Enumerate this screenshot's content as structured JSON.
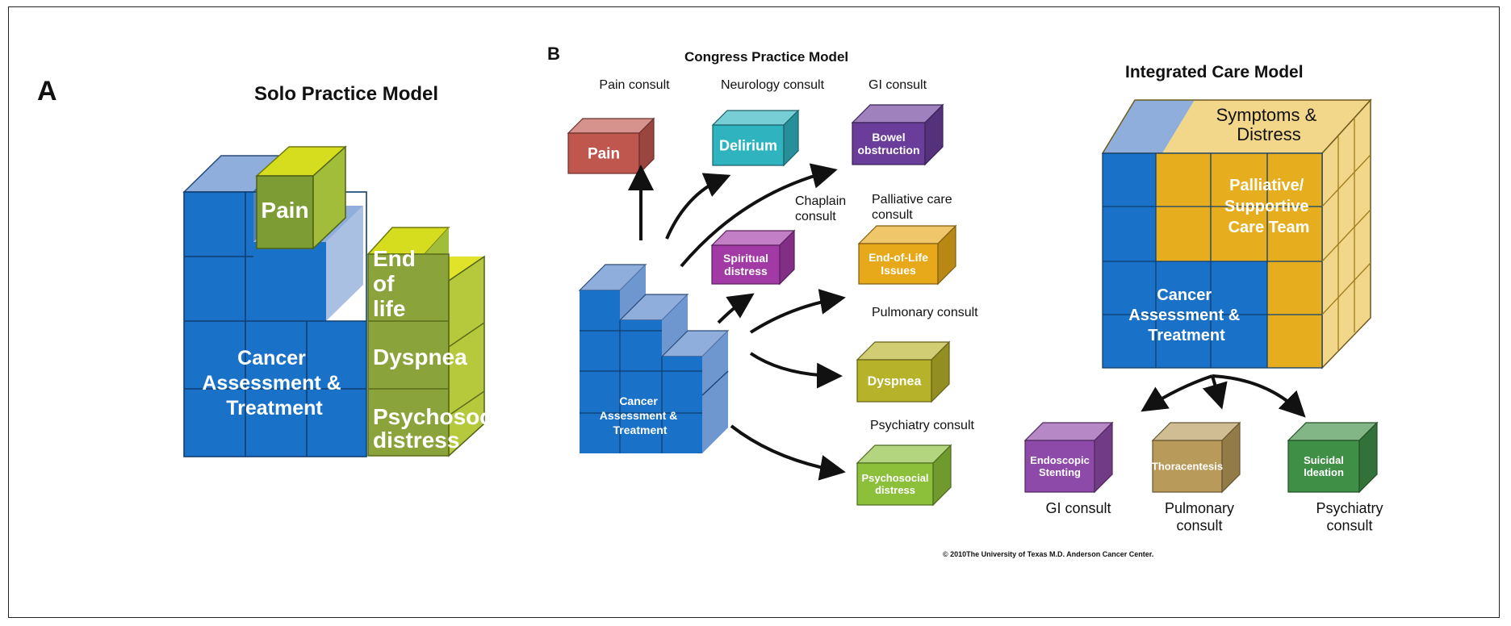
{
  "panel_a": {
    "letter": "A",
    "title": "Solo Practice Model",
    "blocks": {
      "pain": "Pain",
      "end_of_life": [
        "End",
        "of",
        "life"
      ],
      "dyspnea": "Dyspnea",
      "psychosocial": [
        "Psychosocial",
        "distress"
      ],
      "cancer": [
        "Cancer",
        "Assessment &",
        "Treatment"
      ]
    }
  },
  "panel_b": {
    "letter": "B",
    "title": "Congress Practice Model",
    "cancer": [
      "Cancer",
      "Assessment &",
      "Treatment"
    ],
    "consults": [
      {
        "consult": "Pain consult",
        "label": [
          "Pain"
        ],
        "color": "#c0574f"
      },
      {
        "consult": "Neurology consult",
        "label": [
          "Delirium"
        ],
        "color": "#2fb3bf"
      },
      {
        "consult": "GI consult",
        "label": [
          "Bowel",
          "obstruction"
        ],
        "color": "#6a3d9a"
      },
      {
        "consult": "Chaplain consult",
        "label": [
          "Spiritual",
          "distress"
        ],
        "color": "#a23aa6"
      },
      {
        "consult": "Palliative care consult",
        "label": [
          "End-of-Life",
          "Issues"
        ],
        "color": "#e7a919"
      },
      {
        "consult": "Pulmonary consult",
        "label": [
          "Dyspnea"
        ],
        "color": "#b6b22a"
      },
      {
        "consult": "Psychiatry consult",
        "label": [
          "Psychosocial",
          "distress"
        ],
        "color": "#8cbf3a"
      }
    ]
  },
  "panel_c": {
    "title": "Integrated Care Model",
    "top_face": [
      "Symptoms &",
      "Distress"
    ],
    "team": [
      "Palliative/",
      "Supportive",
      "Care Team"
    ],
    "cancer": [
      "Cancer",
      "Assessment &",
      "Treatment"
    ],
    "consults": [
      {
        "label": [
          "Endoscopic",
          "Stenting"
        ],
        "consult": [
          "GI consult"
        ],
        "color": "#8e4aa8"
      },
      {
        "label": [
          "Thoracentesis"
        ],
        "consult": [
          "Pulmonary",
          "consult"
        ],
        "color": "#b89a5a"
      },
      {
        "label": [
          "Suicidal",
          "Ideation"
        ],
        "consult": [
          "Psychiatry",
          "consult"
        ],
        "color": "#3f8f47"
      }
    ]
  },
  "copyright": "© 2010The University of Texas M.D. Anderson Cancer Center."
}
